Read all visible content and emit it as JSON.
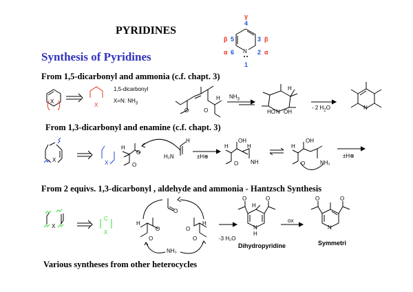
{
  "page": {
    "title": "PYRIDINES",
    "subtitle": "Synthesis of Pyridines"
  },
  "ring_numbering": {
    "positions": [
      "1",
      "2",
      "3",
      "4",
      "5",
      "6"
    ],
    "greek": {
      "gamma": "γ",
      "beta": "β",
      "alpha": "α"
    },
    "atom": "N",
    "colors": {
      "number": "#2255dd",
      "greek": "#ee3322"
    }
  },
  "sections": [
    {
      "heading": "From 1,5-dicarbonyl and ammonia (c.f. chapt. 3)",
      "labels": {
        "retro_x": "X",
        "synthon_x": "X",
        "dicarbonyl": "1,5-dicarbonyl",
        "xn": "X=N: NH",
        "xn_sub": "3",
        "reagent": "NH",
        "reagent_sub": "3",
        "loss": "- 2 H",
        "loss_sub": "2",
        "loss_tail": "O",
        "ho": "HO",
        "oh": "OH",
        "h": "H",
        "n": "N",
        "o": "O"
      },
      "color": "#ee3322"
    },
    {
      "heading": "From 1,3-dicarbonyl and enamine (c.f. chapt. 3)",
      "labels": {
        "x": "X",
        "h2n": "H₂N",
        "h": "H",
        "o": "O",
        "oh": "OH",
        "nh": "NH",
        "nh2": "NH₂",
        "proton_shift": "±H",
        "proton_shift2": "±H"
      },
      "color": "#2244dd"
    },
    {
      "heading": "From 2 equivs. 1,3-dicarbonyl , aldehyde and ammonia - Hantzsch Synthesis",
      "labels": {
        "x": "X",
        "c": "C",
        "nh3": "NH₃",
        "o": "O",
        "h": "H",
        "loss": "-3 H₂O",
        "ox": "ox",
        "intermediate": "Dihydropyridine",
        "product": "Symmetri",
        "n": "N"
      },
      "color": "#33dd33"
    },
    {
      "heading": "Various syntheses from other heterocycles"
    }
  ]
}
